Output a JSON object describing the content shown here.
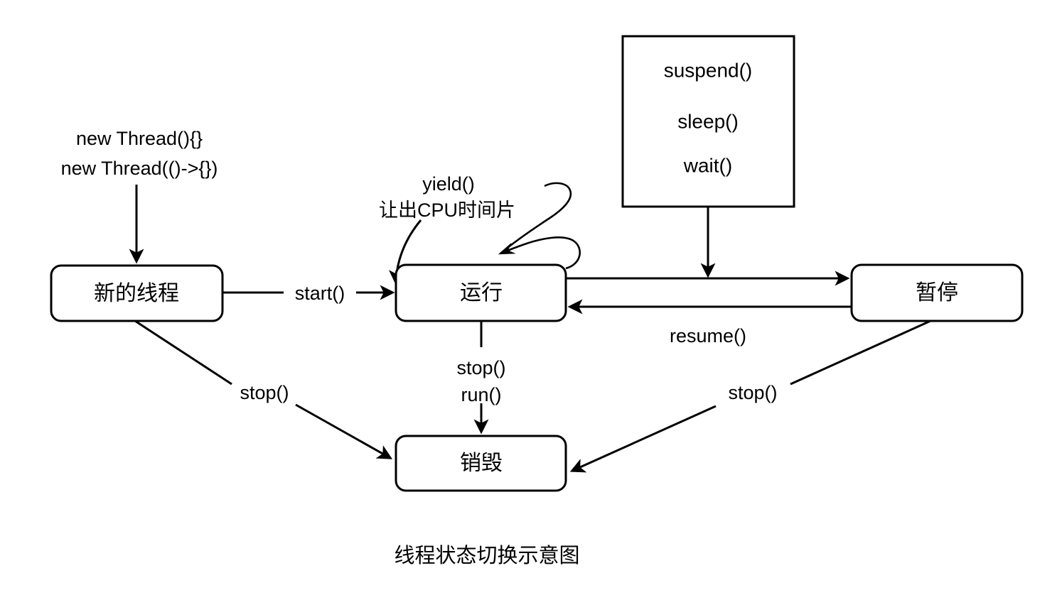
{
  "diagram": {
    "caption": "线程状态切换示意图",
    "nodes": [
      {
        "id": "new-thread",
        "label": "新的线程",
        "shape": "rounded-rect"
      },
      {
        "id": "running",
        "label": "运行",
        "shape": "rounded-rect"
      },
      {
        "id": "paused",
        "label": "暂停",
        "shape": "rounded-rect"
      },
      {
        "id": "destroyed",
        "label": "销毁",
        "shape": "rounded-rect"
      }
    ],
    "suspend_box": {
      "shape": "rect",
      "lines": [
        "suspend()",
        "sleep()",
        "wait()"
      ]
    },
    "annotations": {
      "creation": {
        "line1": "new Thread(){}",
        "line2": "new Thread(()->{})"
      },
      "yield": {
        "line1": "yield()",
        "line2": "让出CPU时间片"
      }
    },
    "edges": [
      {
        "id": "create-to-new",
        "label": ""
      },
      {
        "id": "new-to-running",
        "label": "start()"
      },
      {
        "id": "running-to-paused",
        "label": ""
      },
      {
        "id": "paused-to-running",
        "label": "resume()"
      },
      {
        "id": "suspend-to-edge",
        "label": ""
      },
      {
        "id": "running-self-yield",
        "label": ""
      },
      {
        "id": "new-to-destroyed",
        "label": "stop()"
      },
      {
        "id": "running-to-destroyed-1",
        "label": "stop()"
      },
      {
        "id": "running-to-destroyed-2",
        "label": "run()"
      },
      {
        "id": "paused-to-destroyed",
        "label": "stop()"
      }
    ],
    "colors": {
      "stroke": "#000000",
      "fill": "#ffffff",
      "text": "#000000"
    }
  }
}
